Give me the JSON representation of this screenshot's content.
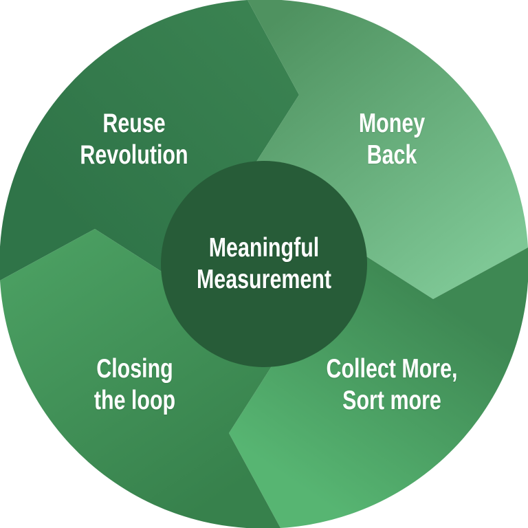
{
  "diagram": {
    "type": "cycle-diagram",
    "flow": "clockwise",
    "text_color": "#ffffff",
    "center": {
      "lines": [
        "Meaningful",
        "Measurement"
      ],
      "color": "#275c38"
    },
    "segments": [
      {
        "name": "Reuse Revolution",
        "lines": [
          "Reuse",
          "Revolution"
        ],
        "position": "top-left",
        "color_start": "#2f7448",
        "color_end": "#3a8251"
      },
      {
        "name": "Money Back",
        "lines": [
          "Money",
          "Back"
        ],
        "position": "top-right",
        "color_start": "#4f9260",
        "color_end": "#7ec795"
      },
      {
        "name": "Collect More, Sort more",
        "lines": [
          "Collect More,",
          "Sort more"
        ],
        "position": "bottom-right",
        "color_start": "#3e8853",
        "color_end": "#57b572"
      },
      {
        "name": "Closing the loop",
        "lines": [
          "Closing",
          "the loop"
        ],
        "position": "bottom-left",
        "color_start": "#37814c",
        "color_end": "#4a9e61"
      }
    ]
  }
}
